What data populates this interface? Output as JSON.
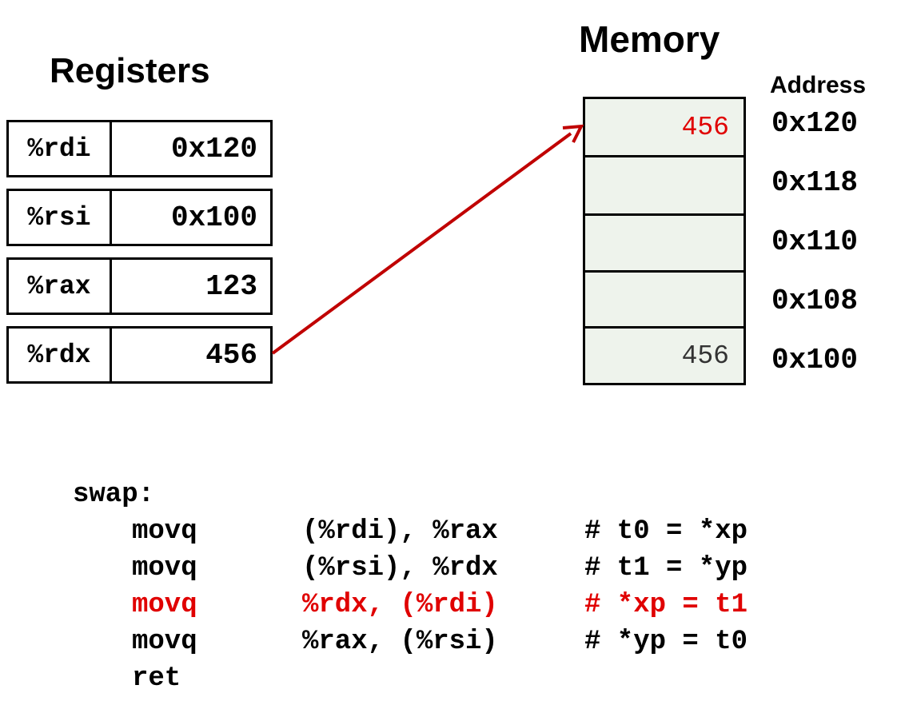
{
  "registers": {
    "title": "Registers",
    "items": [
      {
        "name": "%rdi",
        "value": "0x120"
      },
      {
        "name": "%rsi",
        "value": "0x100"
      },
      {
        "name": "%rax",
        "value": "123"
      },
      {
        "name": "%rdx",
        "value": "456"
      }
    ]
  },
  "memory": {
    "title": "Memory",
    "address_label": "Address",
    "cells": [
      {
        "address": "0x120",
        "value": "456",
        "color": "#e00000"
      },
      {
        "address": "0x118",
        "value": ""
      },
      {
        "address": "0x110",
        "value": ""
      },
      {
        "address": "0x108",
        "value": ""
      },
      {
        "address": "0x100",
        "value": "456",
        "color": "#333333"
      }
    ]
  },
  "arrow_color": "#c00000",
  "code": {
    "label": "swap:",
    "lines": [
      {
        "op": "movq",
        "args": "(%rdi), %rax",
        "comment": "# t0 = *xp",
        "highlight": false
      },
      {
        "op": "movq",
        "args": "(%rsi), %rdx",
        "comment": "# t1 = *yp",
        "highlight": false
      },
      {
        "op": "movq",
        "args": "%rdx, (%rdi)",
        "comment": "# *xp = t1",
        "highlight": true
      },
      {
        "op": "movq",
        "args": "%rax, (%rsi)",
        "comment": "# *yp = t0",
        "highlight": false
      },
      {
        "op": "ret",
        "args": "",
        "comment": "",
        "highlight": false
      }
    ],
    "highlight_color": "#e00000"
  }
}
